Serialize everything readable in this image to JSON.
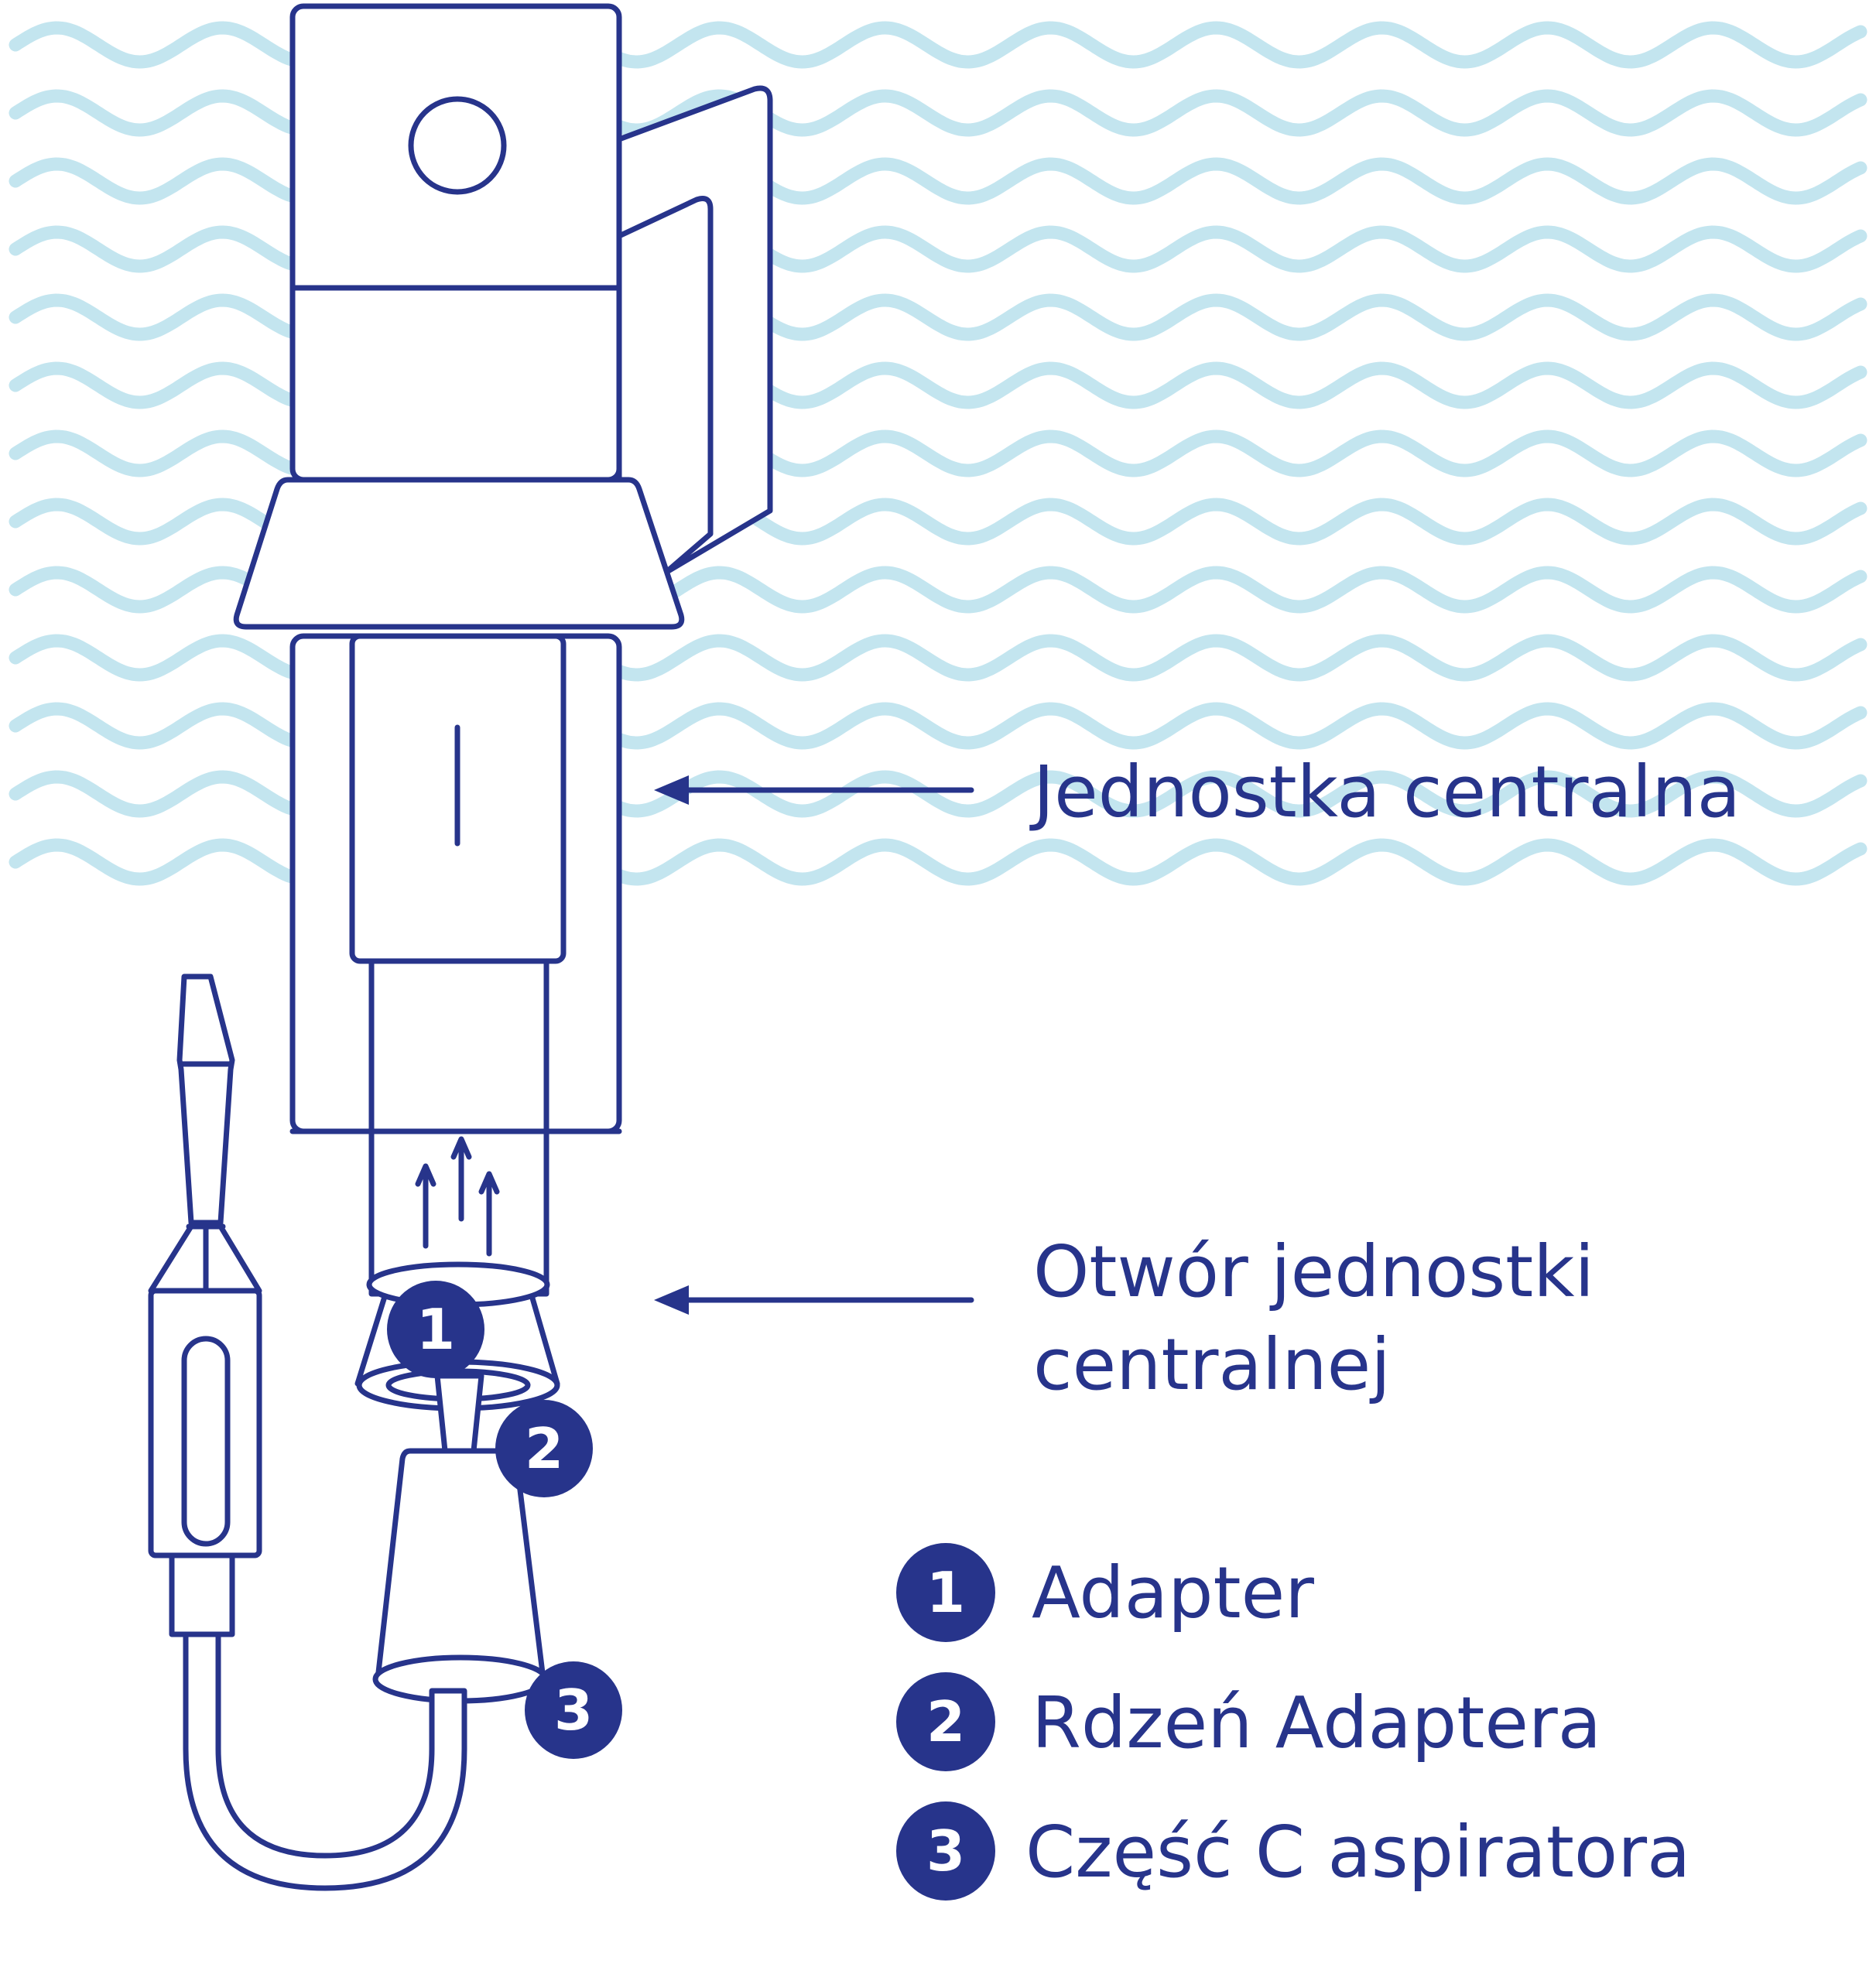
{
  "colors": {
    "line": "#27348b",
    "wave": "#c3e5ef",
    "background": "#ffffff"
  },
  "callouts": {
    "central_unit": "Jednostka centralna",
    "opening_line1": "Otwór jednostki",
    "opening_line2": "centralnej"
  },
  "badges": [
    "1",
    "2",
    "3"
  ],
  "legend": [
    {
      "number": "1",
      "label": "Adapter"
    },
    {
      "number": "2",
      "label": "Rdzeń Adaptera"
    },
    {
      "number": "3",
      "label": "Część C aspiratora"
    }
  ]
}
